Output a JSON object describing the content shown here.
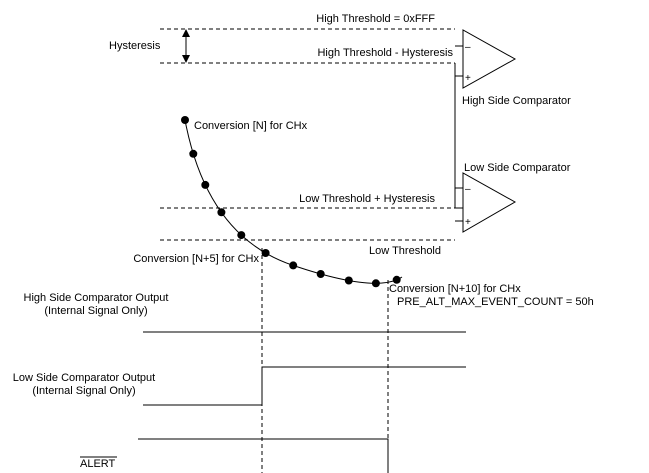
{
  "thresholds": {
    "high": "High Threshold = 0xFFF",
    "high_minus_hyst": "High Threshold - Hysteresis",
    "low_plus_hyst": "Low Threshold + Hysteresis",
    "low": "Low Threshold"
  },
  "hysteresis_label": "Hysteresis",
  "comparators": {
    "high_side": {
      "label": "High Side Comparator",
      "minus": "–",
      "plus": "+"
    },
    "low_side": {
      "label": "Low Side Comparator",
      "minus": "–",
      "plus": "+"
    }
  },
  "conversions": {
    "n": "Conversion [N] for CHx",
    "n5": "Conversion [N+5] for CHx",
    "n10": "Conversion [N+10] for CHx"
  },
  "event_count": "PRE_ALT_MAX_EVENT_COUNT = 50h",
  "outputs": {
    "high_side": {
      "line1": "High Side Comparator Output",
      "line2": "(Internal Signal Only)"
    },
    "low_side": {
      "line1": "Low Side Comparator Output",
      "line2": "(Internal Signal Only)"
    },
    "alert": "ALERT"
  },
  "sample_count": 11
}
